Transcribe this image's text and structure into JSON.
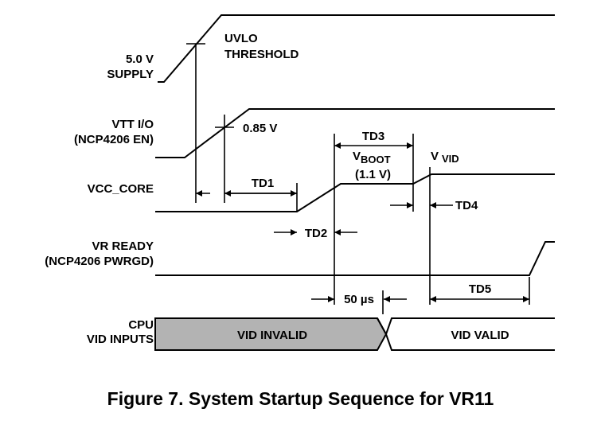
{
  "caption": "Figure 7. System Startup Sequence for VR11",
  "signals": {
    "supply": [
      "5.0 V",
      "SUPPLY"
    ],
    "vtt": [
      "VTT I/O",
      "(NCP4206 EN)"
    ],
    "vcc": [
      "VCC_CORE"
    ],
    "vr_ready": [
      "VR READY",
      "(NCP4206 PWRGD)"
    ],
    "cpu_vid": [
      "CPU",
      "VID INPUTS"
    ]
  },
  "annotations": {
    "uvlo": [
      "UVLO",
      "THRESHOLD"
    ],
    "vtt_level": "0.85 V",
    "vboot_v": "V",
    "vboot_sub": "BOOT",
    "vboot_value": "(1.1 V)",
    "vvid_v": "V",
    "vvid_sub": "VID",
    "fifty_us": "50 µs"
  },
  "timing": {
    "td1": "TD1",
    "td2": "TD2",
    "td3": "TD3",
    "td4": "TD4",
    "td5": "TD5"
  },
  "vid_bus": {
    "invalid": "VID INVALID",
    "valid": "VID VALID",
    "invalid_fill": "#b3b3b3"
  }
}
